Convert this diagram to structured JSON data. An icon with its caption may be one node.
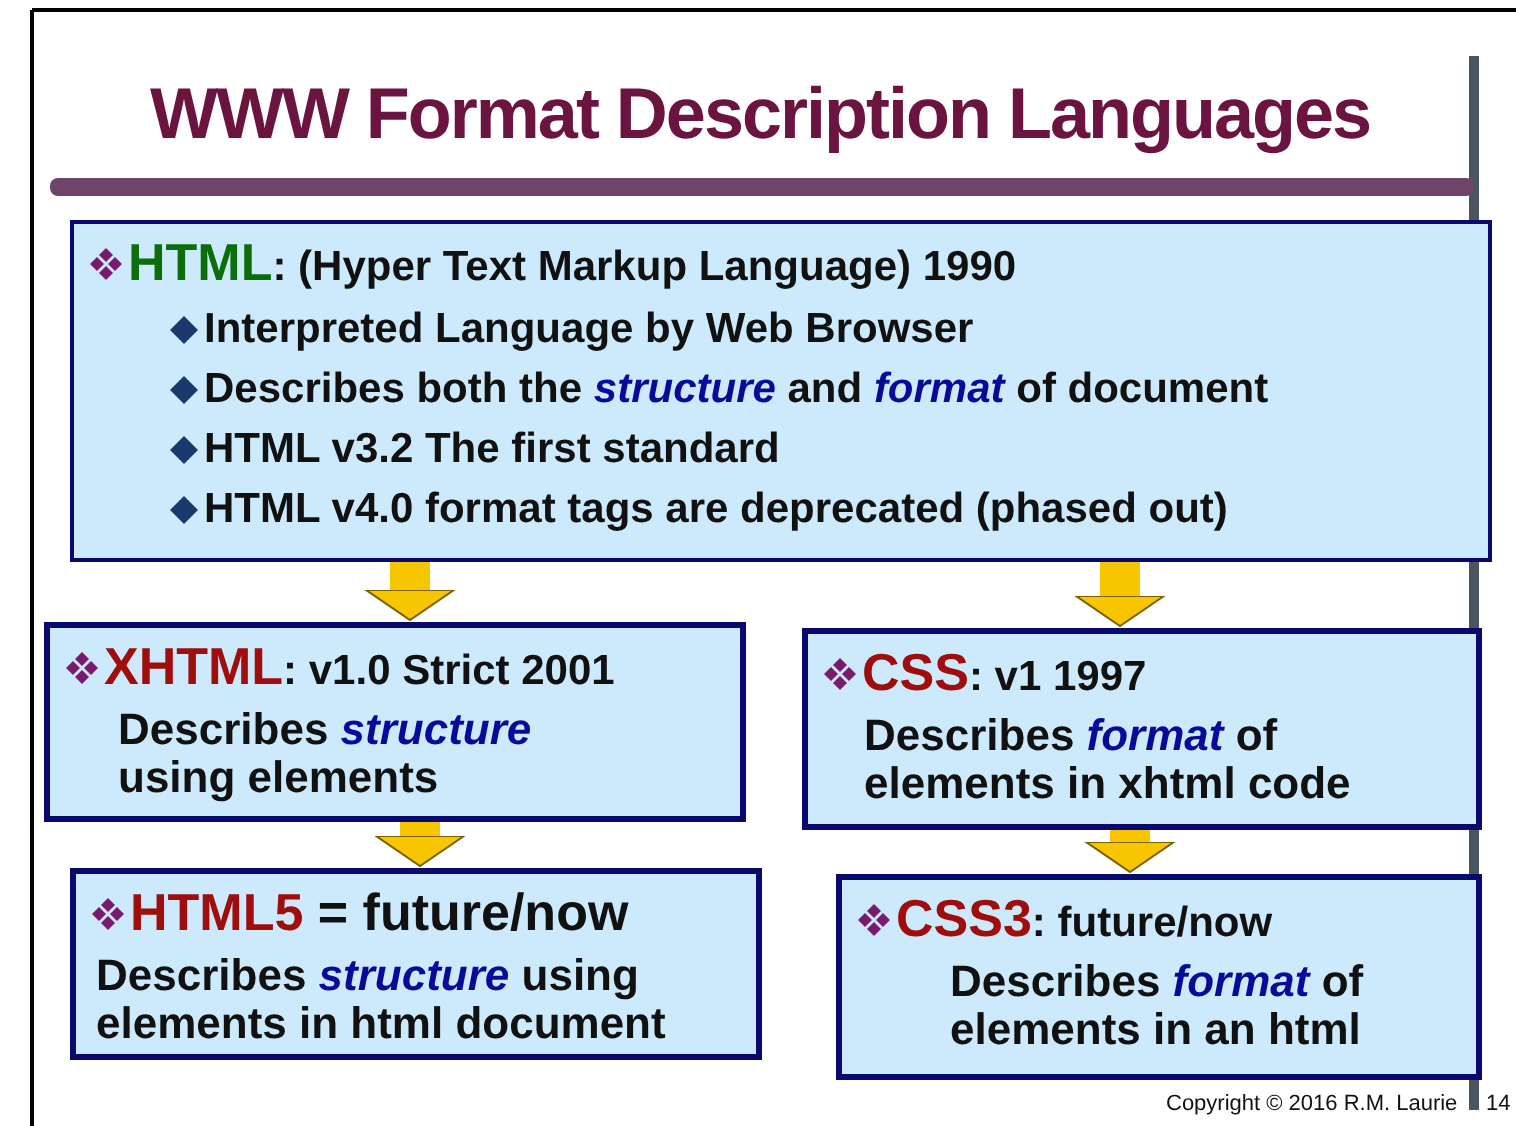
{
  "diagram": {
    "title": "WWW Format Description Languages",
    "nodes": [
      {
        "text": [
          "HTML",
          ": (Hyper Text Markup Language) 1990",
          "Interpreted Language by Web Browser",
          "Describes both the *structure* and *format* of document",
          "HTML v3.2 The first standard",
          "HTML v4.0 format tags are deprecated (phased out)"
        ]
      },
      {
        "text": [
          "XHTML",
          ": v1.0 Strict 2001",
          "Describes *structure* using elements"
        ]
      },
      {
        "text": [
          "CSS",
          ": v1 1997",
          "Describes *format* of elements in xhtml code"
        ]
      },
      {
        "text": [
          "HTML5",
          " = future/now",
          "Describes *structure* using elements in html document"
        ]
      },
      {
        "text": [
          "CSS3",
          ": future/now",
          "Describes *format* of elements in an html"
        ]
      }
    ],
    "edges": [
      {
        "from": 0,
        "to": 1,
        "arrow": "to"
      },
      {
        "from": 0,
        "to": 2,
        "arrow": "to"
      },
      {
        "from": 1,
        "to": 3,
        "arrow": "to"
      },
      {
        "from": 2,
        "to": 4,
        "arrow": "to"
      }
    ],
    "labels": [
      "Copyright © 2016 R.M. Laurie",
      "14"
    ]
  }
}
